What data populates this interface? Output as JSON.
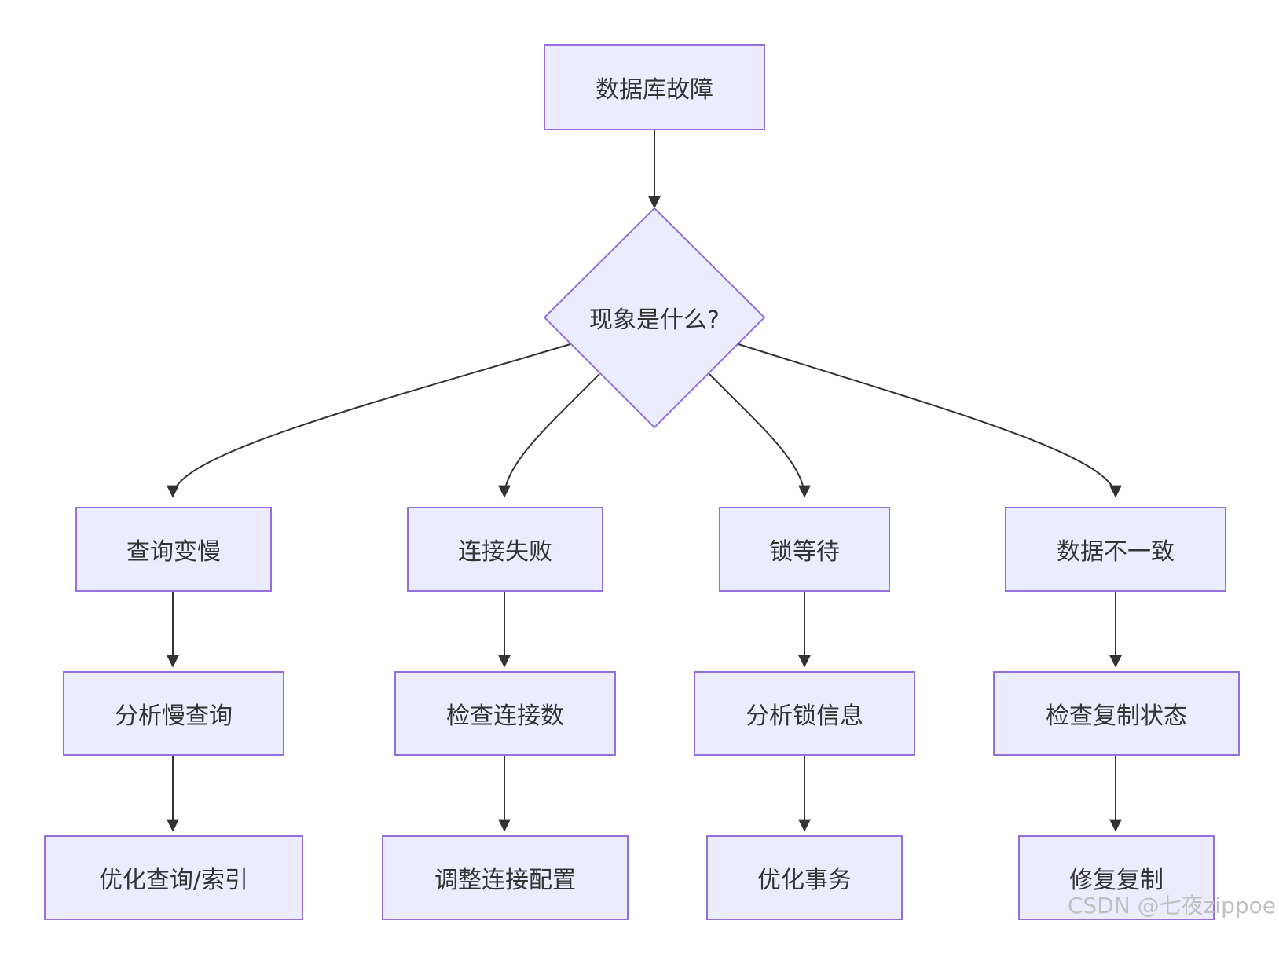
{
  "diagram": {
    "root": "数据库故障",
    "decision": "现象是什么?",
    "branches": [
      {
        "symptom": "查询变慢",
        "diagnose": "分析慢查询",
        "action": "优化查询/索引"
      },
      {
        "symptom": "连接失败",
        "diagnose": "检查连接数",
        "action": "调整连接配置"
      },
      {
        "symptom": "锁等待",
        "diagnose": "分析锁信息",
        "action": "优化事务"
      },
      {
        "symptom": "数据不一致",
        "diagnose": "检查复制状态",
        "action": "修复复制"
      }
    ]
  },
  "watermark": "CSDN @七夜zippoe",
  "colors": {
    "node_fill": "#ececff",
    "node_stroke": "#9370db",
    "edge": "#333333",
    "text": "#333333"
  }
}
